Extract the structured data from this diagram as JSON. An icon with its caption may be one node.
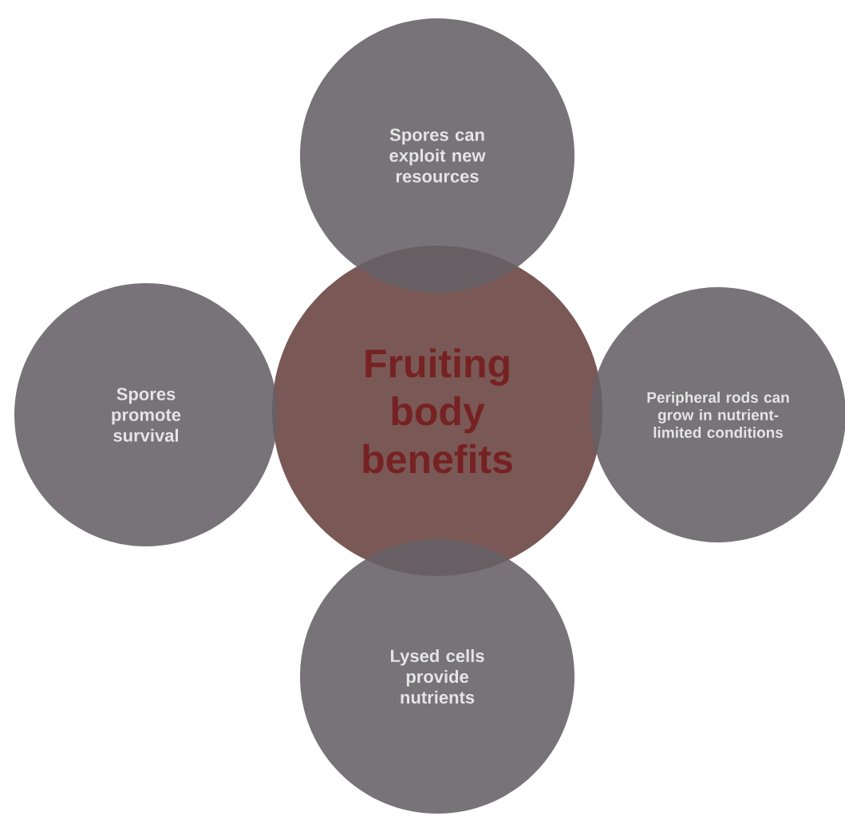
{
  "diagram": {
    "nodes": [
      {
        "text": [
          "Spores can exploit new resources"
        ]
      },
      {
        "text": [
          "Spores promote survival"
        ]
      },
      {
        "text": [
          "Fruiting body benefits"
        ]
      },
      {
        "text": [
          "Peripheral rods can grow in nutrient-limited conditions"
        ]
      },
      {
        "text": [
          "Lysed cells provide nutrients"
        ]
      }
    ]
  }
}
